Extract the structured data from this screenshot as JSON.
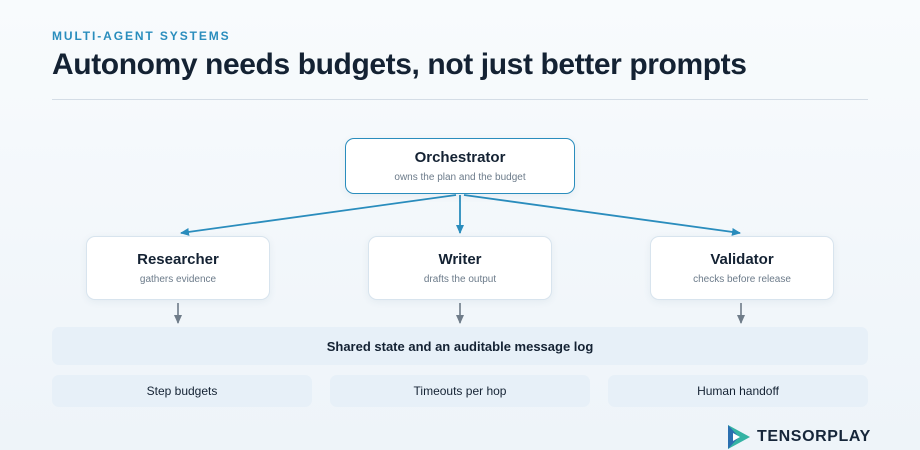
{
  "header": {
    "eyebrow": "MULTI-AGENT SYSTEMS",
    "title": "Autonomy needs budgets, not just better prompts"
  },
  "orchestrator": {
    "title": "Orchestrator",
    "subtitle": "owns the plan and the budget"
  },
  "agents": [
    {
      "title": "Researcher",
      "subtitle": "gathers evidence"
    },
    {
      "title": "Writer",
      "subtitle": "drafts the output"
    },
    {
      "title": "Validator",
      "subtitle": "checks before release"
    }
  ],
  "shared_state": "Shared state and an auditable message log",
  "controls": [
    "Step budgets",
    "Timeouts per hop",
    "Human handoff"
  ],
  "brand": {
    "name": "TENSORPLAY"
  },
  "colors": {
    "accent": "#2a8dbd",
    "arrow_grey": "#6f7c89",
    "bar_fill": "#e7f0f8",
    "logo_teal": "#34b3a4",
    "logo_blue": "#2a6fb0"
  }
}
